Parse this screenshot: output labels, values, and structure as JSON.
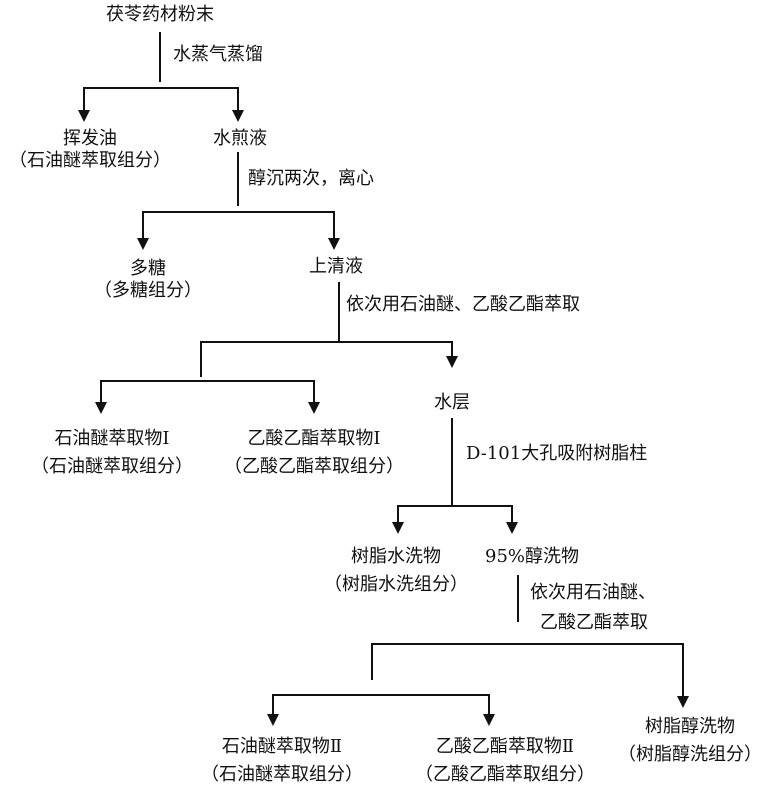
{
  "nodes": {
    "root": "茯苓药材粉末",
    "volatile_oil": "挥发油",
    "volatile_oil_sub": "（石油醚萃取组分）",
    "decoction": "水煎液",
    "polysaccharide": "多糖",
    "polysaccharide_sub": "（多糖组分）",
    "supernatant": "上清液",
    "pe_extract_1": "石油醚萃取物Ⅰ",
    "pe_extract_1_sub": "（石油醚萃取组分）",
    "ea_extract_1": "乙酸乙酯萃取物Ⅰ",
    "ea_extract_1_sub": "（乙酸乙酯萃取组分）",
    "water_layer": "水层",
    "resin_water_wash": "树脂水洗物",
    "resin_water_wash_sub": "（树脂水洗组分）",
    "ethanol_95_wash": "95%醇洗物",
    "pe_extract_2": "石油醚萃取物Ⅱ",
    "pe_extract_2_sub": "（石油醚萃取组分）",
    "ea_extract_2": "乙酸乙酯萃取物Ⅱ",
    "ea_extract_2_sub": "（乙酸乙酯萃取组分）",
    "resin_ethanol_wash": "树脂醇洗物",
    "resin_ethanol_wash_sub": "（树脂醇洗组分）"
  },
  "steps": {
    "steam_distillation": "水蒸气蒸馏",
    "alcohol_precipitation": "醇沉两次，离心",
    "extraction_1": "依次用石油醚、乙酸乙酯萃取",
    "resin_column": "D-101大孔吸附树脂柱",
    "extraction_2_line1": "依次用石油醚、",
    "extraction_2_line2": "乙酸乙酯萃取"
  }
}
